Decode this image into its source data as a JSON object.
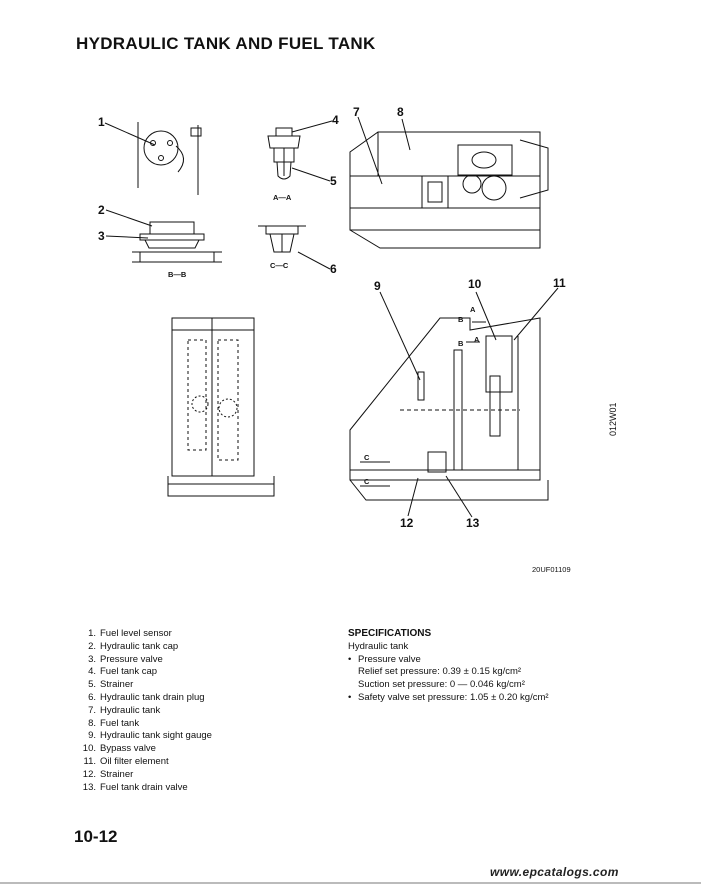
{
  "page_title": "HYDRAULIC TANK AND FUEL TANK",
  "figure": {
    "callouts": [
      "1",
      "2",
      "3",
      "4",
      "5",
      "6",
      "7",
      "8",
      "9",
      "10",
      "11",
      "12",
      "13"
    ],
    "section_labels": {
      "aa": "A—A",
      "bb": "B—B",
      "cc": "C—C",
      "a": "A",
      "b": "B",
      "c": "C"
    },
    "figure_code": "20UF01109",
    "side_code": "012W01"
  },
  "legend": [
    {
      "num": "1.",
      "text": "Fuel level sensor"
    },
    {
      "num": "2.",
      "text": "Hydraulic tank cap"
    },
    {
      "num": "3.",
      "text": "Pressure valve"
    },
    {
      "num": "4.",
      "text": "Fuel tank cap"
    },
    {
      "num": "5.",
      "text": "Strainer"
    },
    {
      "num": "6.",
      "text": "Hydraulic tank drain plug"
    },
    {
      "num": "7.",
      "text": "Hydraulic tank"
    },
    {
      "num": "8.",
      "text": "Fuel tank"
    },
    {
      "num": "9.",
      "text": "Hydraulic tank sight gauge"
    },
    {
      "num": "10.",
      "text": "Bypass valve"
    },
    {
      "num": "11.",
      "text": "Oil filter element"
    },
    {
      "num": "12.",
      "text": "Strainer"
    },
    {
      "num": "13.",
      "text": "Fuel tank drain valve"
    }
  ],
  "specifications": {
    "heading": "SPECIFICATIONS",
    "subject": "Hydraulic tank",
    "pressure_valve": "Pressure valve",
    "relief": "Relief set pressure: 0.39 ± 0.15 kg/cm²",
    "suction": "Suction set pressure: 0 — 0.046 kg/cm²",
    "safety": "Safety valve set pressure: 1.05 ± 0.20 kg/cm²"
  },
  "page_number": "10-12",
  "footer_url": "www.epcatalogs.com"
}
